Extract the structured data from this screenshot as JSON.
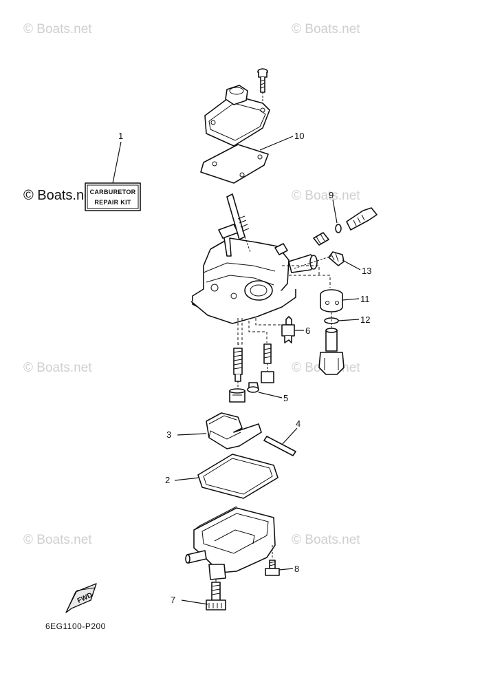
{
  "watermark": "© Boats.net",
  "kit_label": {
    "line1": "CARBURETOR",
    "line2": "REPAIR KIT"
  },
  "fwd_label": "FWD",
  "diagram_code": "6EG1100-P200",
  "callouts": {
    "c1": "1",
    "c2": "2",
    "c3": "3",
    "c4": "4",
    "c5": "5",
    "c6": "6",
    "c7": "7",
    "c8": "8",
    "c9": "9",
    "c10": "10",
    "c11": "11",
    "c12": "12",
    "c13": "13"
  }
}
